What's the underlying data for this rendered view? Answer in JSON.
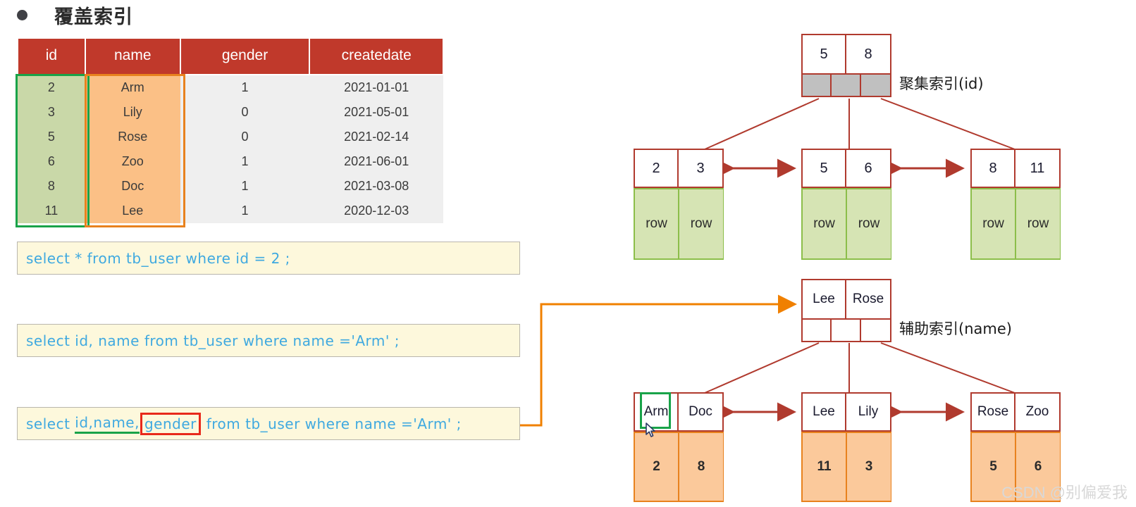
{
  "heading": {
    "bullet": "bullet-dot",
    "text": "覆盖索引"
  },
  "table": {
    "columns": [
      "id",
      "name",
      "gender",
      "createdate"
    ],
    "rows": [
      {
        "id": "2",
        "name": "Arm",
        "gender": "1",
        "createdate": "2021-01-01"
      },
      {
        "id": "3",
        "name": "Lily",
        "gender": "0",
        "createdate": "2021-05-01"
      },
      {
        "id": "5",
        "name": "Rose",
        "gender": "0",
        "createdate": "2021-02-14"
      },
      {
        "id": "6",
        "name": "Zoo",
        "gender": "1",
        "createdate": "2021-06-01"
      },
      {
        "id": "8",
        "name": "Doc",
        "gender": "1",
        "createdate": "2021-03-08"
      },
      {
        "id": "11",
        "name": "Lee",
        "gender": "1",
        "createdate": "2020-12-03"
      }
    ],
    "highlight_id_color": "#19A349",
    "highlight_name_color": "#E8821E",
    "header_color": "#C0392B",
    "id_cell_color": "#C9D8A8",
    "name_cell_color": "#FBC086",
    "other_cell_color": "#EFEFEF"
  },
  "sql": {
    "stmt1": {
      "text": "select * from tb_user where id = 2 ;"
    },
    "stmt2": {
      "text": "select id, name from tb_user where name ='Arm' ;"
    },
    "stmt3": {
      "pre": "select ",
      "underlined": "id,name,",
      "boxed": "gender",
      "post": " from tb_user where name ='Arm' ;",
      "underline_color": "#19A349",
      "box_color": "#E8291B"
    },
    "text_color": "#3FA9E0",
    "bg_color": "#FDF8DC"
  },
  "clustered_index": {
    "label": "聚集索引(id)",
    "root": {
      "keys": [
        "5",
        "8"
      ],
      "pointers": 3
    },
    "leaves": [
      {
        "keys": [
          "2",
          "3"
        ],
        "data": [
          "row",
          "row"
        ]
      },
      {
        "keys": [
          "5",
          "6"
        ],
        "data": [
          "row",
          "row"
        ]
      },
      {
        "keys": [
          "8",
          "11"
        ],
        "data": [
          "row",
          "row"
        ]
      }
    ]
  },
  "secondary_index": {
    "label": "辅助索引(name)",
    "root": {
      "keys": [
        "Lee",
        "Rose"
      ],
      "pointers": 3
    },
    "leaves": [
      {
        "keys": [
          "Arm",
          "Doc"
        ],
        "data": [
          "2",
          "8"
        ],
        "highlighted_key": "Arm"
      },
      {
        "keys": [
          "Lee",
          "Lily"
        ],
        "data": [
          "11",
          "3"
        ]
      },
      {
        "keys": [
          "Rose",
          "Zoo"
        ],
        "data": [
          "5",
          "6"
        ]
      }
    ]
  },
  "colors": {
    "node_border": "#B03A2E",
    "pointer_fill": "#C0C0C0",
    "clustered_leaf_fill": "#D6E4B4",
    "secondary_leaf_fill": "#FBC99B",
    "connector_orange": "#F08000"
  },
  "watermark": "CSDN @别偏爱我"
}
